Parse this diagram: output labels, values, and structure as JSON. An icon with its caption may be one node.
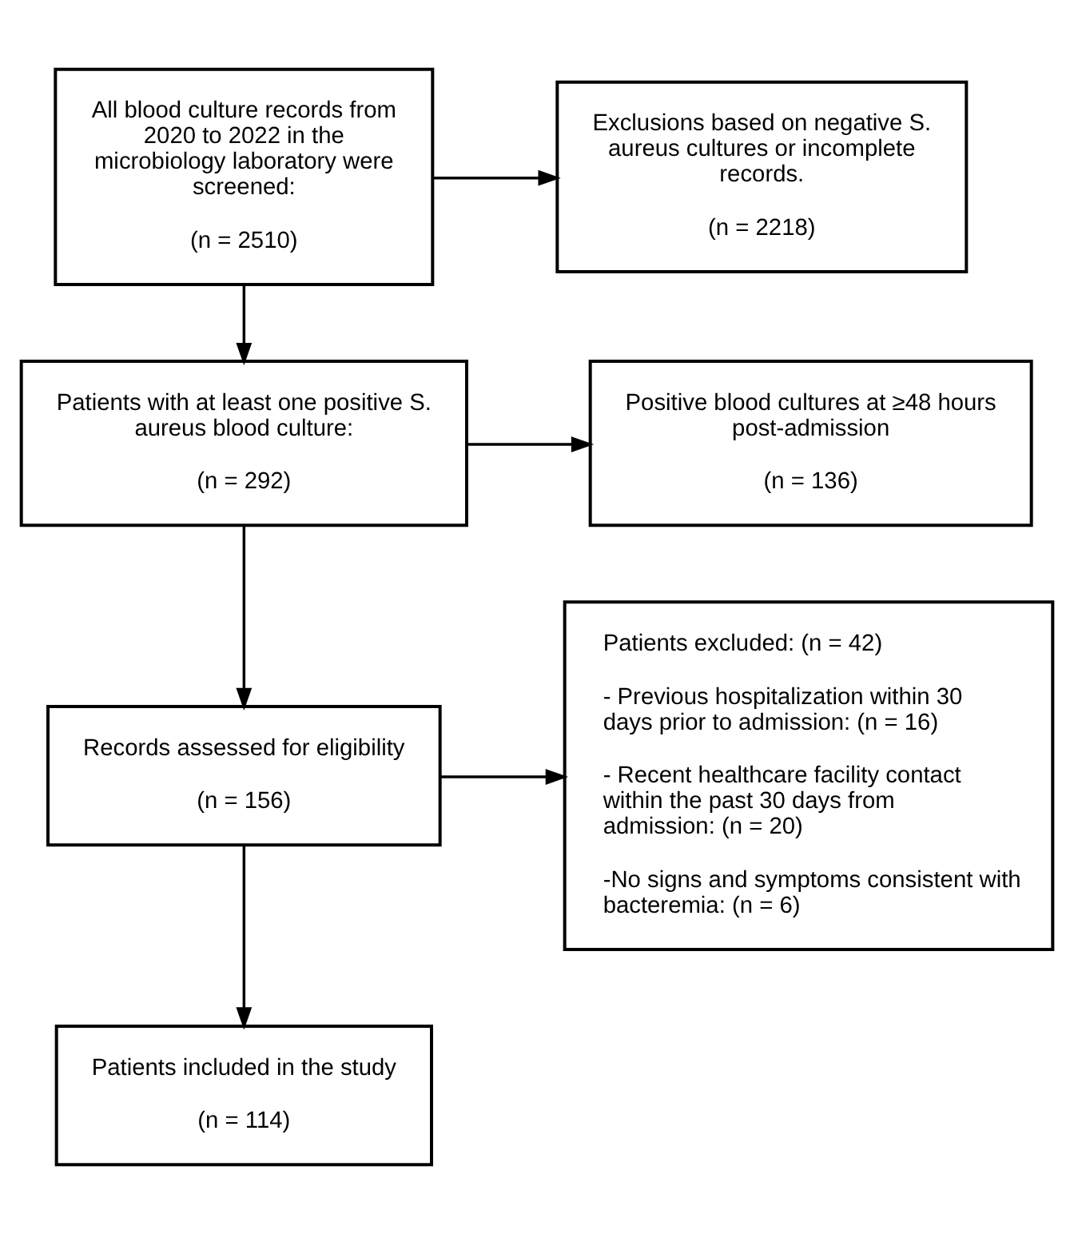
{
  "diagram": {
    "nodes": [
      {
        "text": [
          "All blood culture records from 2020 to 2022 in the microbiology laboratory were screened:",
          "(n = 2510)"
        ]
      },
      {
        "text": [
          "Exclusions based on negative S. aureus cultures or incomplete records.",
          "(n = 2218)"
        ]
      },
      {
        "text": [
          "Patients with at least one positive S. aureus blood culture:",
          "(n = 292)"
        ]
      },
      {
        "text": [
          "Positive blood cultures at ≥48 hours post-admission",
          "(n = 136)"
        ]
      },
      {
        "text": [
          "Records assessed for eligibility",
          "(n = 156)"
        ]
      },
      {
        "text": [
          "Patients excluded: (n = 42)",
          "- Previous hospitalization within 30 days prior to admission: (n = 16)",
          "- Recent healthcare facility contact within the past 30 days from admission: (n = 20)",
          "-No signs and symptoms consistent with bacteremia: (n = 6)"
        ]
      },
      {
        "text": [
          "Patients included in the study",
          "(n = 114)"
        ]
      }
    ],
    "edges": [
      {
        "from": 0,
        "to": 1,
        "arrow": "to"
      },
      {
        "from": 0,
        "to": 2,
        "arrow": "to"
      },
      {
        "from": 2,
        "to": 3,
        "arrow": "to"
      },
      {
        "from": 2,
        "to": 4,
        "arrow": "to"
      },
      {
        "from": 4,
        "to": 5,
        "arrow": "to"
      },
      {
        "from": 4,
        "to": 6,
        "arrow": "to"
      }
    ]
  }
}
